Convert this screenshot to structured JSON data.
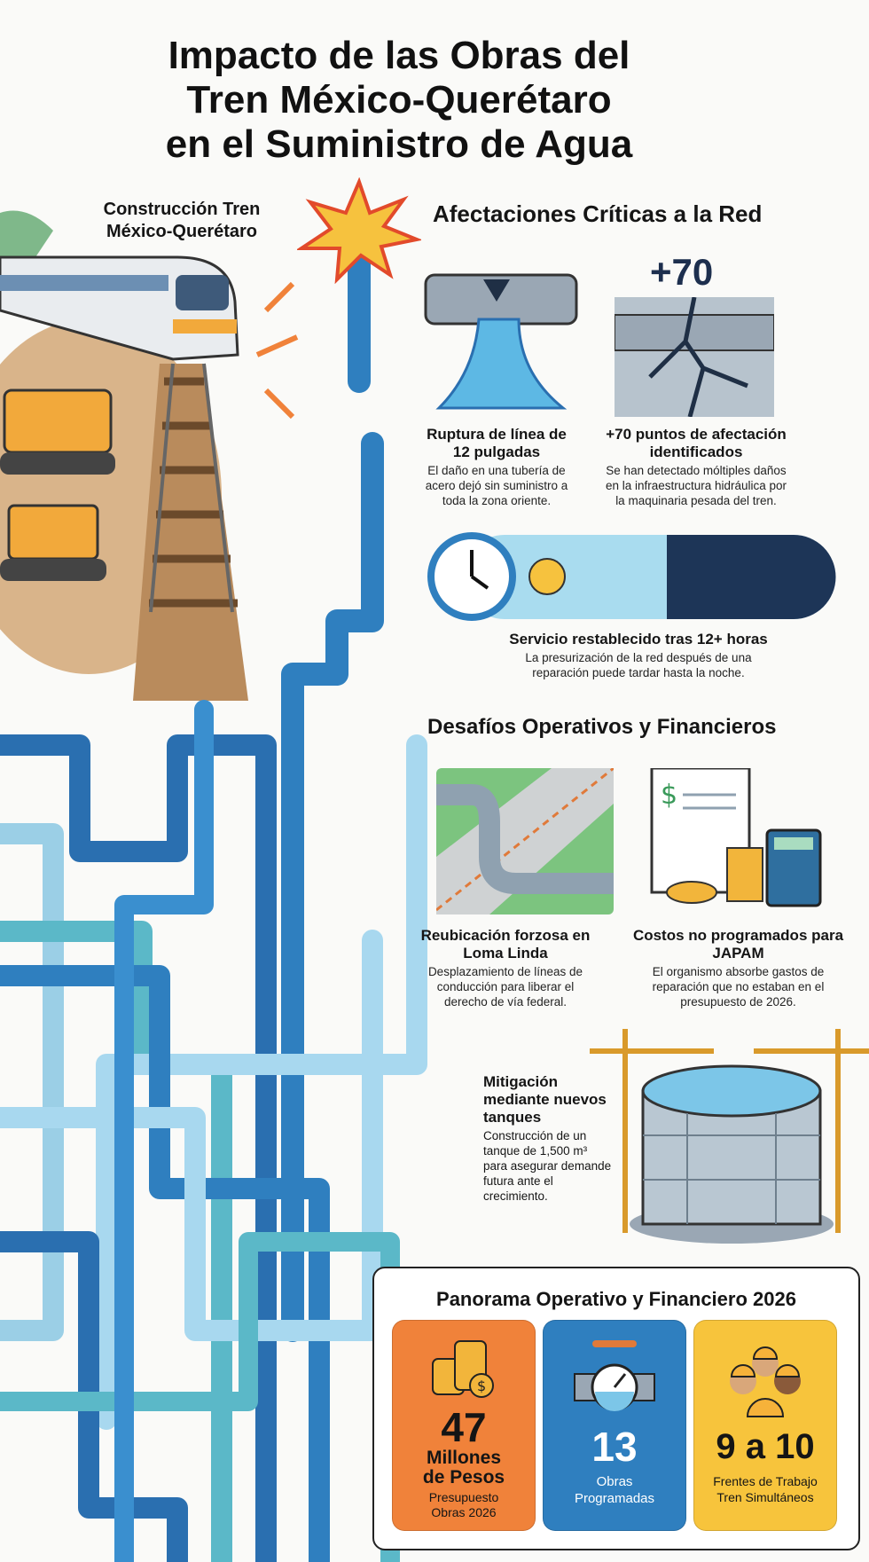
{
  "title": [
    "Impacto de las Obras del",
    "Tren México-Querétaro",
    "en el Suministro de Agua"
  ],
  "construction_label": [
    "Construcción Tren",
    "México-Querétaro"
  ],
  "critical": {
    "heading": "Afectaciones Críticas a la Red",
    "badge": "+70",
    "items": [
      {
        "title": "Ruptura de línea de 12 pulgadas",
        "desc": "El daño en una tubería de acero dejó sin suministro a toda la zona oriente."
      },
      {
        "title": "+70 puntos de afectación identificados",
        "desc": "Se han detectado móltiples daños en la infraestructura hidráulica por la maquinaria pesada del tren."
      }
    ],
    "service": {
      "title": "Servicio restablecido tras 12+ horas",
      "desc": "La presurización de la red después de una reparación puede tardar hasta la noche."
    }
  },
  "challenges": {
    "heading": "Desafíos Operativos y Financieros",
    "items": [
      {
        "title": "Reubicación forzosa en Loma Linda",
        "desc": "Desplazamiento de líneas de conducción para liberar el derecho de vía federal."
      },
      {
        "title": "Costos no programados para JAPAM",
        "desc": "El organismo absorbe gastos de reparación que no estaban en el presupuesto de 2026."
      }
    ],
    "mitigation": {
      "title": "Mitigación mediante nuevos tanques",
      "desc": "Construcción de un tanque de 1,500 m³ para asegurar demande futura ante el crecimiento."
    }
  },
  "panorama": {
    "heading": "Panorama Operativo y Financiero 2026",
    "cards": [
      {
        "value": "47",
        "unit": "Millones de Pesos",
        "label": "Presupuesto Obras 2026",
        "color": "#f0823a",
        "icon": "coins-icon"
      },
      {
        "value": "13",
        "unit": "",
        "label": "Obras Programadas",
        "color": "#2f7fbf",
        "icon": "valve-gauge-icon"
      },
      {
        "value": "9 a 10",
        "unit": "",
        "label": "Frentes de Trabajo Tren Simultáneos",
        "color": "#f7c43c",
        "icon": "workers-icon"
      }
    ]
  }
}
